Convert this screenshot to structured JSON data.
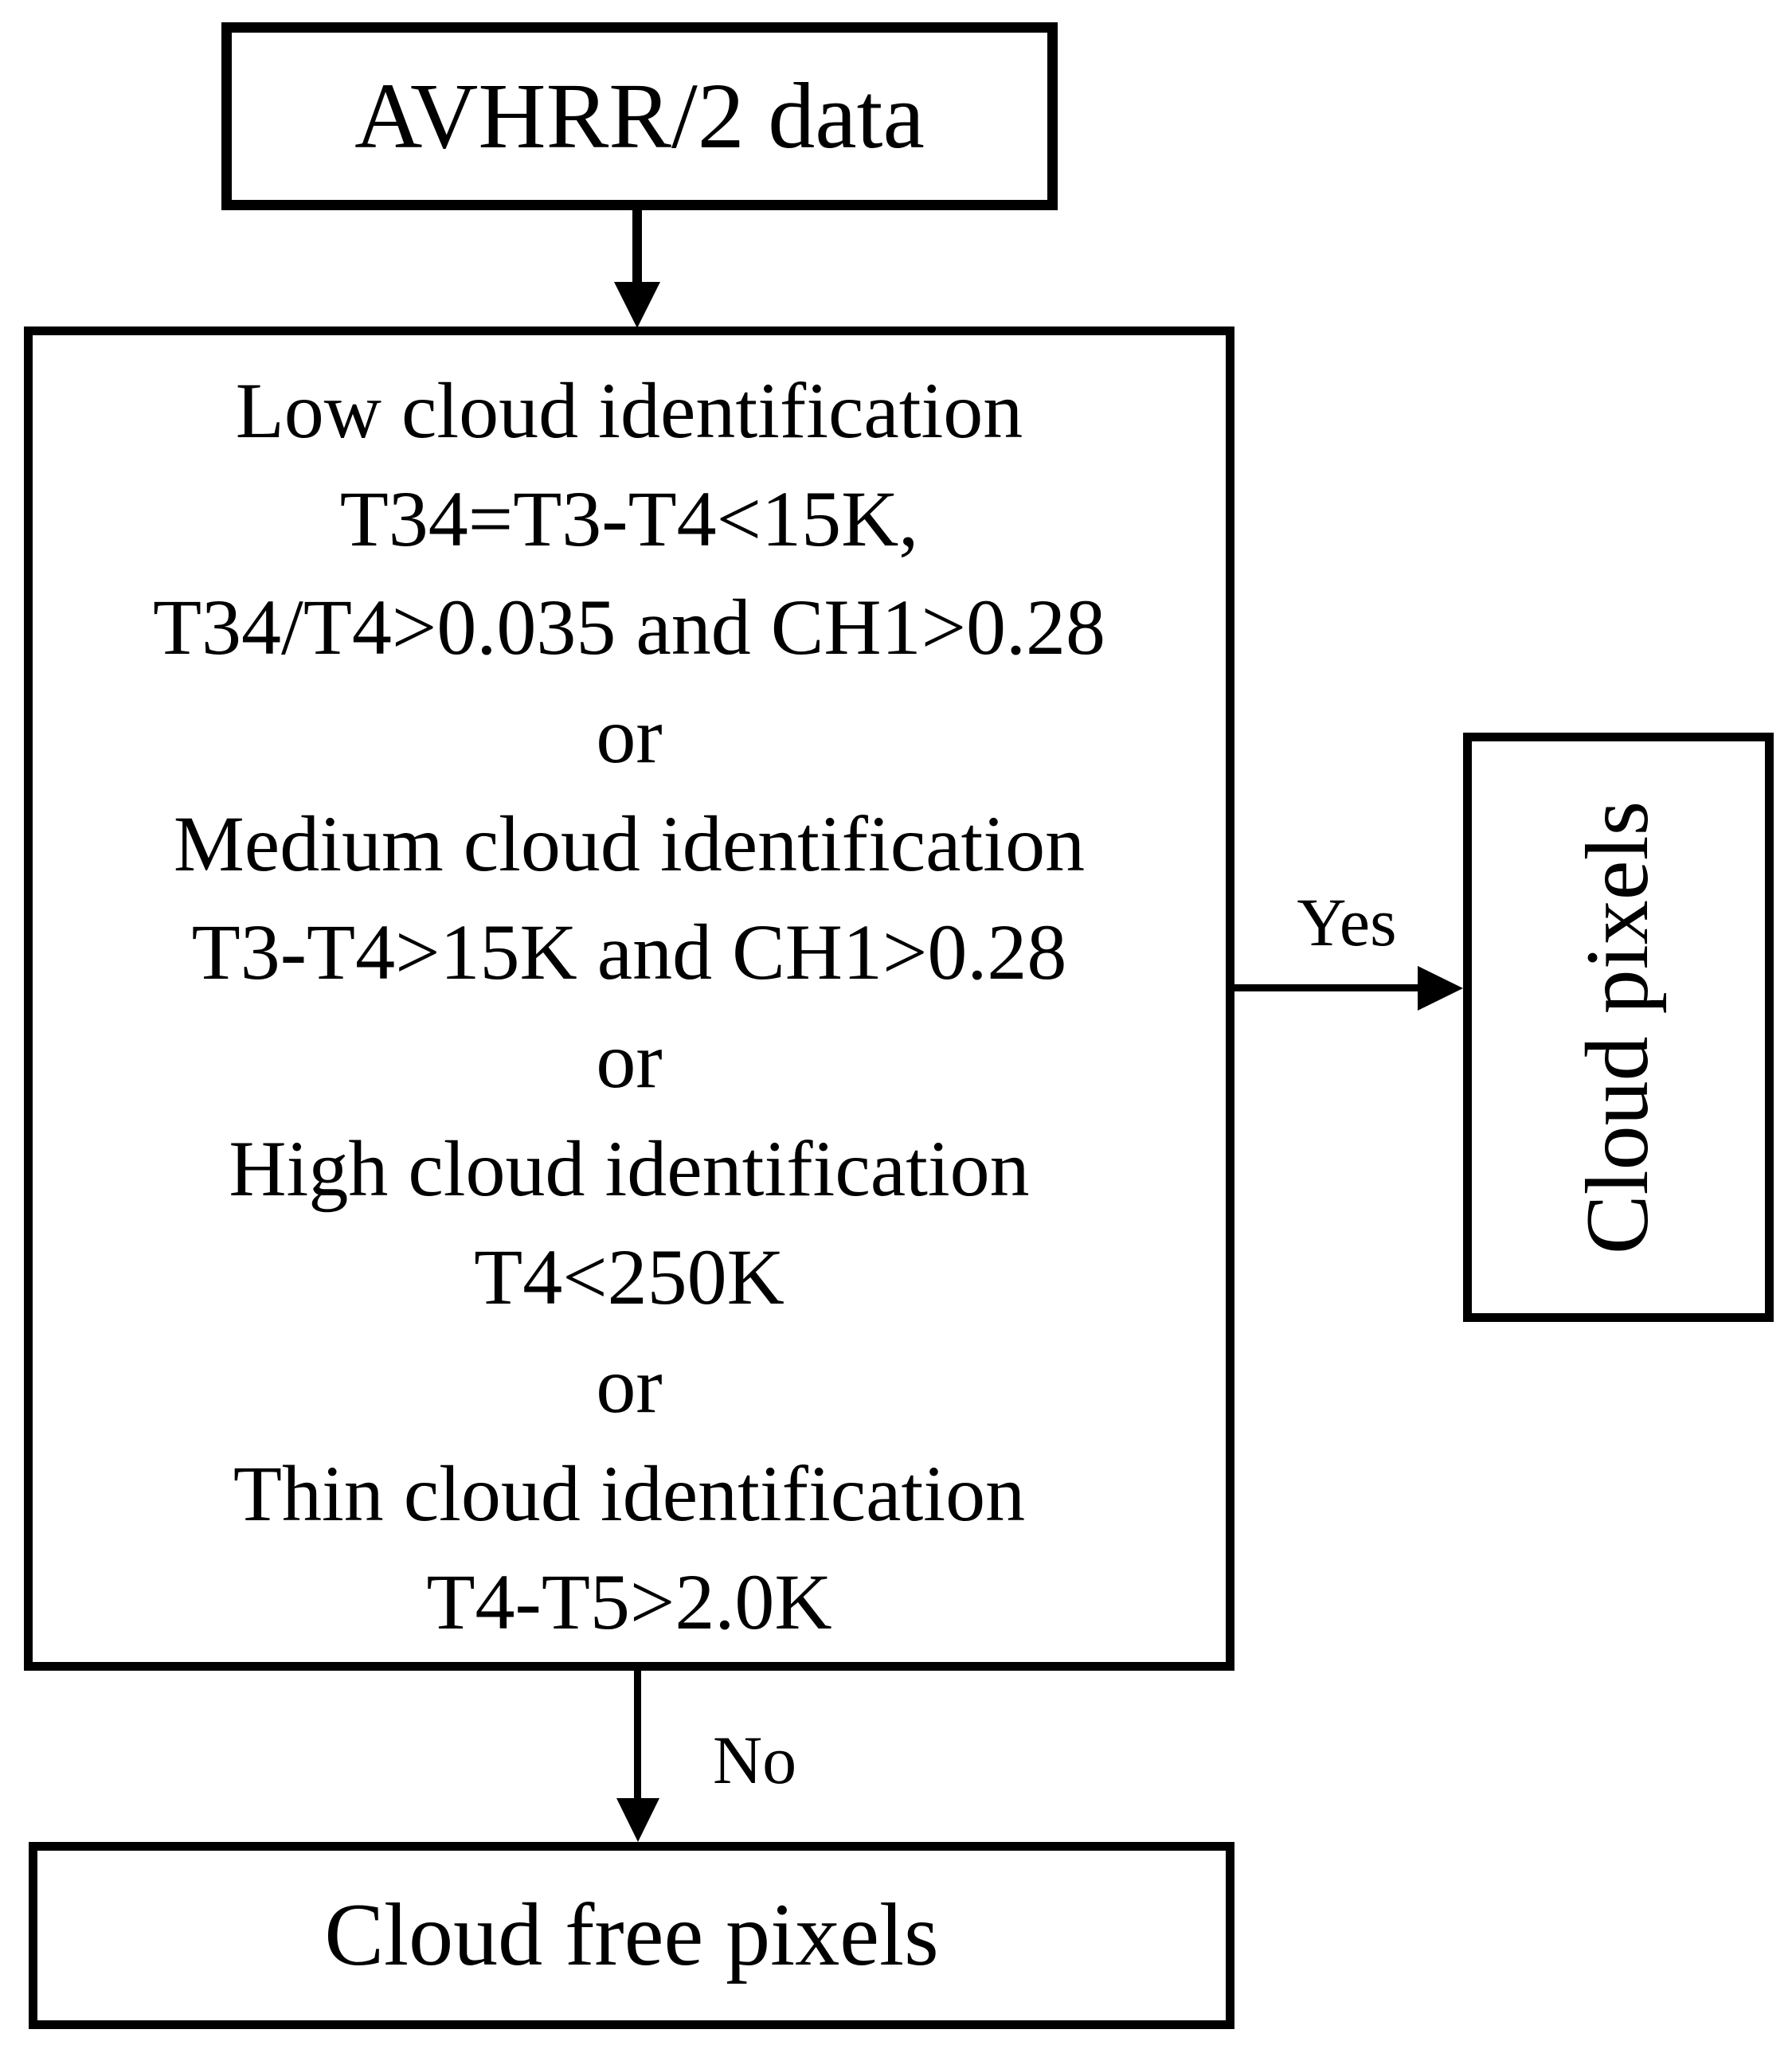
{
  "canvas": {
    "background_color": "#ffffff",
    "ink_color": "#000000"
  },
  "nodes": {
    "source": {
      "label": "AVHRR/2 data"
    },
    "decision": {
      "lines": [
        "Low cloud identification",
        "T34=T3-T4<15K,",
        "T34/T4>0.035 and CH1>0.28",
        "or",
        "Medium cloud identification",
        "T3-T4>15K and CH1>0.28",
        "or",
        "High cloud identification",
        "T4<250K",
        "or",
        "Thin cloud identification",
        "T4-T5>2.0K"
      ]
    },
    "cloud": {
      "label": "Cloud pixels"
    },
    "cloud_free": {
      "label": "Cloud free pixels"
    }
  },
  "edges": {
    "yes": {
      "label": "Yes"
    },
    "no": {
      "label": "No"
    }
  }
}
